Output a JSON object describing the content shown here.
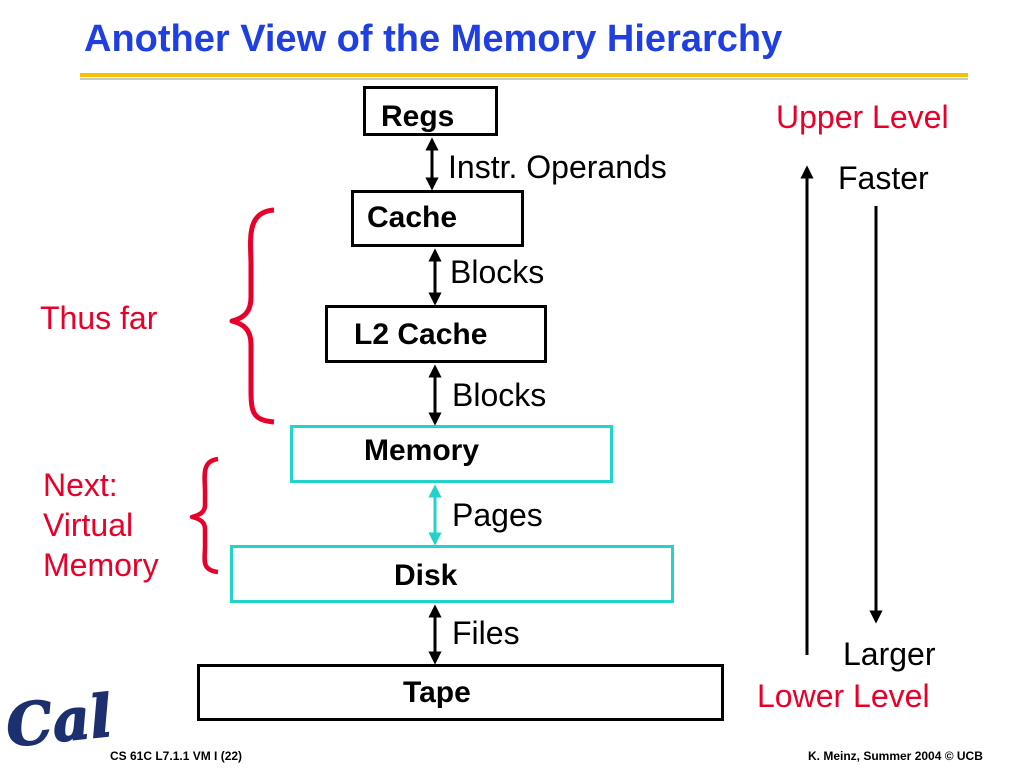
{
  "title": "Another View of the Memory Hierarchy",
  "levels": {
    "regs": "Regs",
    "cache": "Cache",
    "l2cache": "L2 Cache",
    "memory": "Memory",
    "disk": "Disk",
    "tape": "Tape"
  },
  "transfers": {
    "regs_cache": "Instr. Operands",
    "cache_l2": "Blocks",
    "l2_memory": "Blocks",
    "memory_disk": "Pages",
    "disk_tape": "Files"
  },
  "side_labels": {
    "thus_far": "Thus far",
    "next_line1": "Next:",
    "next_line2": "Virtual",
    "next_line3": "Memory"
  },
  "right_axis": {
    "upper_level": "Upper Level",
    "faster": "Faster",
    "larger": "Larger",
    "lower_level": "Lower Level"
  },
  "footer": {
    "left": "CS 61C L7.1.1 VM I (22)",
    "right": "K. Meinz, Summer 2004 © UCB"
  },
  "logo_text": "Cal",
  "colors": {
    "title_blue": "#1f3fe0",
    "accent_red": "#e8002a",
    "teal_border": "#22d3cc",
    "rule_gold": "#f2c200",
    "logo_navy": "#1c2f6e"
  }
}
